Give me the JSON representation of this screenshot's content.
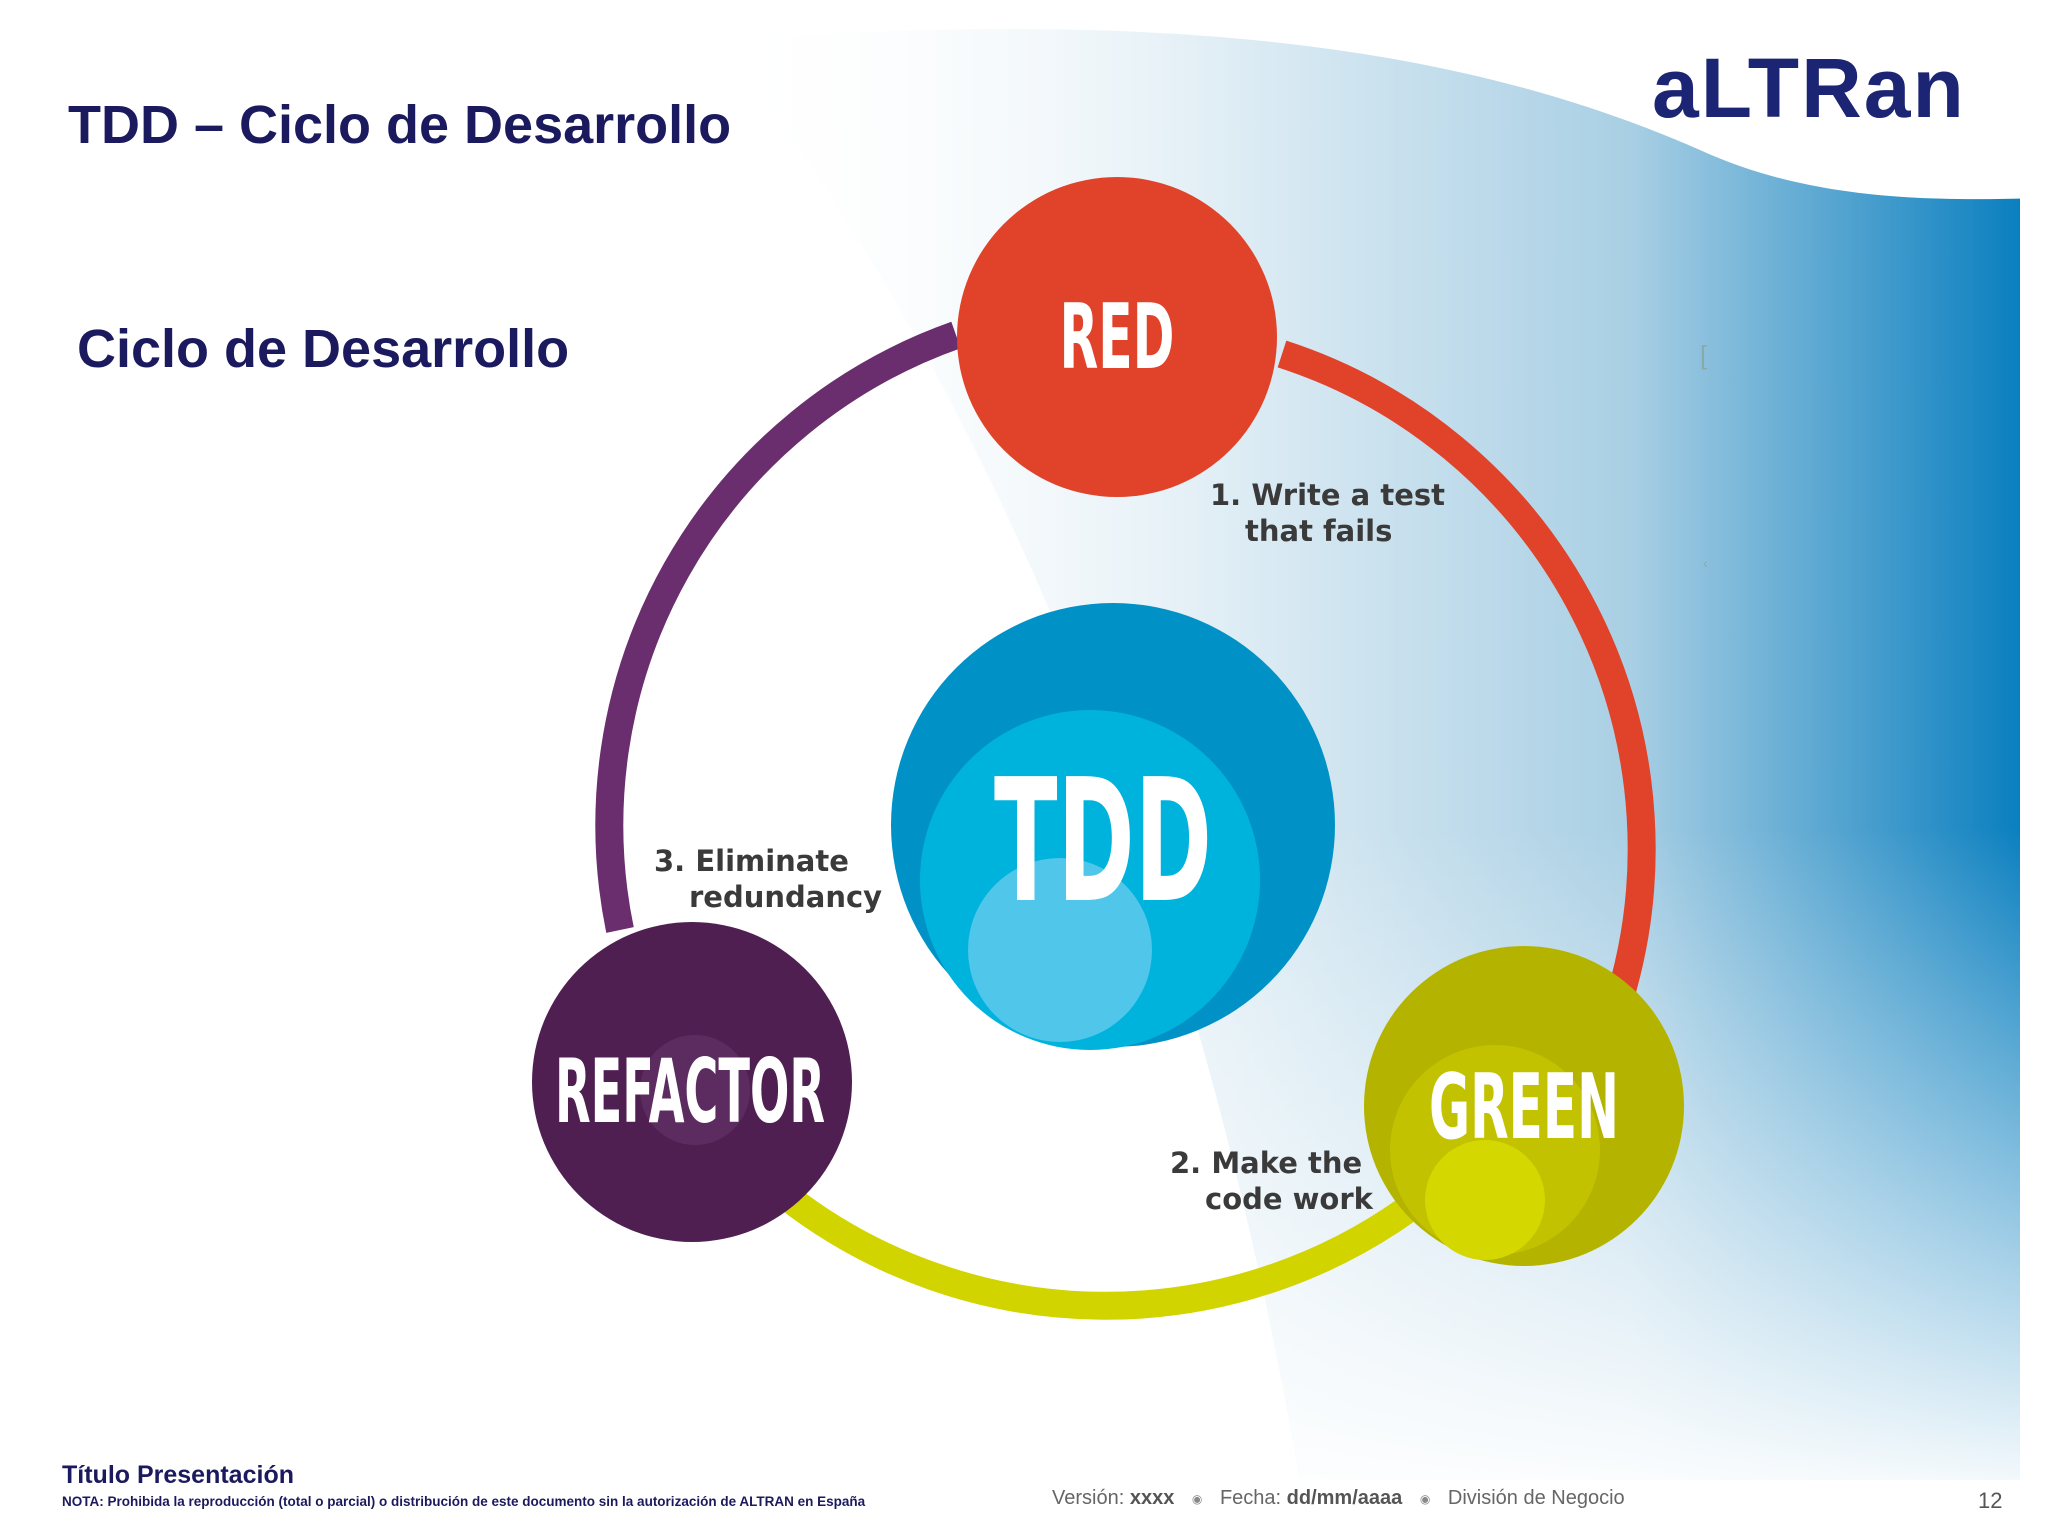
{
  "slide": {
    "title": "TDD – Ciclo de Desarrollo",
    "subtitle": "Ciclo de Desarrollo",
    "logo_text": "aLTRan",
    "stray_marks": [
      "[",
      "‹"
    ]
  },
  "diagram": {
    "center_label": "TDD",
    "nodes": [
      {
        "label": "RED",
        "color": "#e0432a"
      },
      {
        "label": "GREEN",
        "color": "#b3b300"
      },
      {
        "label": "REFACTOR",
        "color": "#4f1f52"
      }
    ],
    "arc_colors": {
      "red_to_green": "#e0432a",
      "green_to_refactor": "#d2d400",
      "refactor_to_red": "#6a2e6e"
    },
    "center_colors": [
      "#0092c6",
      "#00b3dd",
      "#4fc6ea"
    ],
    "steps": [
      {
        "number": "1.",
        "line1": "Write a test",
        "line2": "that fails"
      },
      {
        "number": "2.",
        "line1": "Make the",
        "line2": "code work"
      },
      {
        "number": "3.",
        "line1": "Eliminate",
        "line2": "redundancy"
      }
    ]
  },
  "footer": {
    "title": "Título Presentación",
    "note": "NOTA: Prohibida la reproducción (total o parcial) o distribución de este documento sin la autorización de ALTRAN en España",
    "version_label": "Versión:",
    "version_value": "xxxx",
    "date_label": "Fecha:",
    "date_value": "dd/mm/aaaa",
    "division": "División de Negocio",
    "page_number": "12"
  },
  "colors": {
    "title": "#1b1a5e",
    "logo": "#1c2573",
    "accent_blue": "#0a7fbf"
  }
}
